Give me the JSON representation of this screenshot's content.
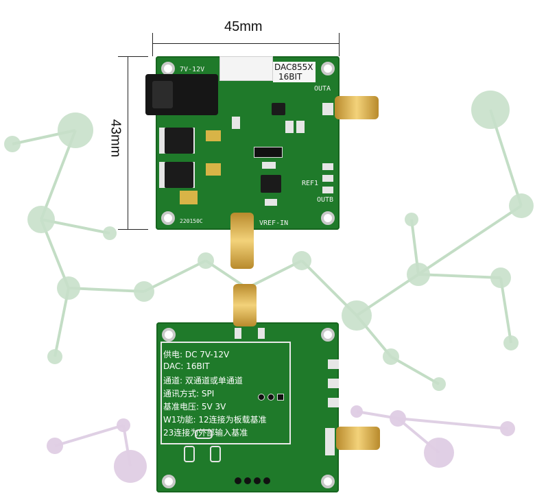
{
  "dimensions": {
    "width_label": "45mm",
    "height_label": "43mm"
  },
  "top_board": {
    "chip_label": "DAC855X",
    "resolution_label": "16BIT",
    "power_label": "7V-12V",
    "out_a_label": "OUTA",
    "out_b_label": "OUTB",
    "vref_label": "VREF-IN",
    "ref_label": "REF1",
    "serial_label": "220150C"
  },
  "bottom_board": {
    "lines": [
      "供电: DC 7V-12V",
      "DAC: 16BIT",
      "通道: 双通道或单通道",
      "通讯方式: SPI",
      "基准电压: 5V 3V",
      "W1功能: 12连接为板载基准",
      "23连接为外部输入基准"
    ]
  },
  "colors": {
    "pcb_green": "#1f7a2a",
    "network_green": "#9fc9a3",
    "network_purple": "#cdb6d4"
  }
}
